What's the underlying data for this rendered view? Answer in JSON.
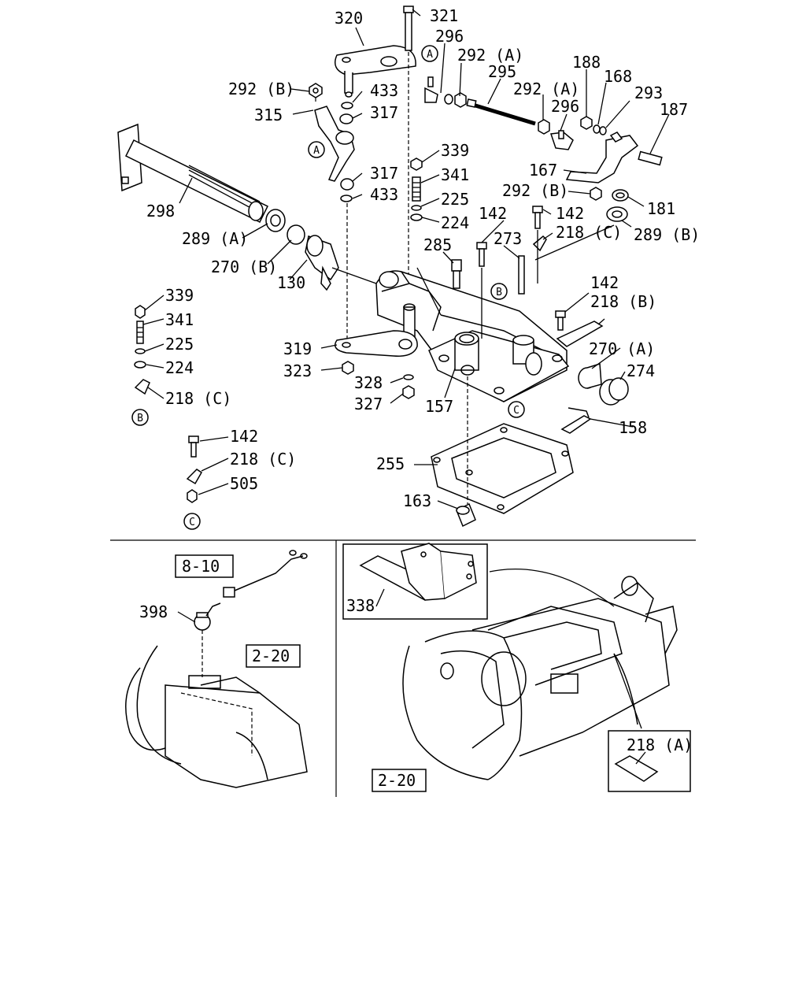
{
  "labels": {
    "320": "320",
    "321": "321",
    "296a": "296",
    "292A_top": "292 (A)",
    "295": "295",
    "292A_mid": "292 (A)",
    "296b": "296",
    "188": "188",
    "168": "168",
    "293": "293",
    "187": "187",
    "292B_top": "292 (B)",
    "433a": "433",
    "317a": "317",
    "315": "315",
    "339a": "339",
    "341a": "341",
    "225a": "225",
    "224a": "224",
    "317b": "317",
    "433b": "433",
    "167": "167",
    "292B_mid": "292 (B)",
    "181": "181",
    "298": "298",
    "142a": "142",
    "142b": "142",
    "218C_a": "218 (C)",
    "289A": "289 (A)",
    "289B": "289 (B)",
    "285": "285",
    "273": "273",
    "270B": "270 (B)",
    "130": "130",
    "142c": "142",
    "218B": "218 (B)",
    "339b": "339",
    "341b": "341",
    "225b": "225",
    "224b": "224",
    "218C_b": "218 (C)",
    "319": "319",
    "323": "323",
    "328": "328",
    "327": "327",
    "157": "157",
    "270A": "270 (A)",
    "274": "274",
    "158": "158",
    "142d": "142",
    "218C_c": "218 (C)",
    "505": "505",
    "255": "255",
    "163": "163",
    "398": "398",
    "338": "338",
    "218A": "218 (A)"
  },
  "circle_markers": {
    "A1": "A",
    "A2": "A",
    "B1": "B",
    "B2": "B",
    "C1": "C",
    "C2": "C"
  },
  "boxed_refs": {
    "ref_8_10": "8-10",
    "ref_2_20_left": "2-20",
    "ref_2_20_right": "2-20"
  }
}
